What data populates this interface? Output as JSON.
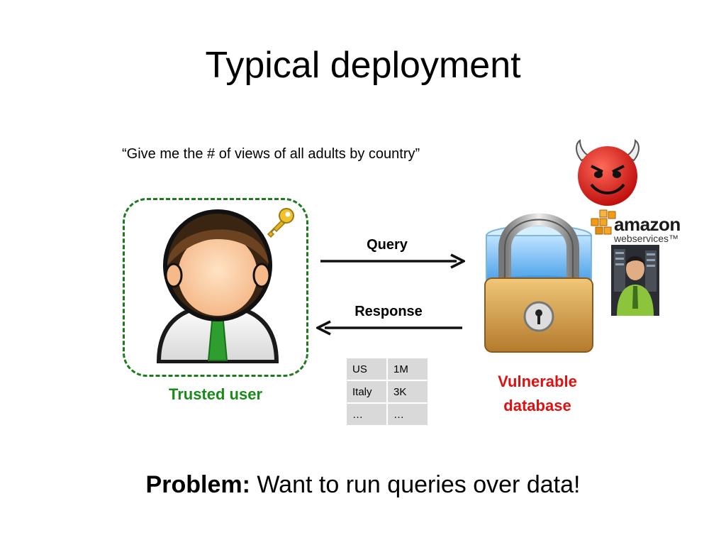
{
  "slide": {
    "title": "Typical deployment",
    "quote": "“Give me the # of views of all adults by country”",
    "query_label": "Query",
    "response_label": "Response",
    "trusted_label": "Trusted user",
    "vulnerable_label_line1": "Vulnerable",
    "vulnerable_label_line2": "database",
    "problem_bold": "Problem:",
    "problem_text": " Want to run queries over data!",
    "aws_amazon": "amazon",
    "aws_webservices": "webservices™"
  },
  "table": {
    "rows": [
      [
        "US",
        "1M"
      ],
      [
        "Italy",
        "3K"
      ],
      [
        "…",
        "…"
      ]
    ]
  },
  "colors": {
    "trusted_green": "#1a8a1a",
    "vulnerable_red": "#e01010",
    "table_cell": "#d9d9d9",
    "aws_orange": "#f39c12"
  },
  "icons": [
    "user-avatar-icon",
    "key-icon",
    "padlock-database-icon",
    "devil-face-icon",
    "aws-cubes-icon",
    "admin-photo-icon",
    "arrow-right-icon",
    "arrow-left-icon"
  ]
}
